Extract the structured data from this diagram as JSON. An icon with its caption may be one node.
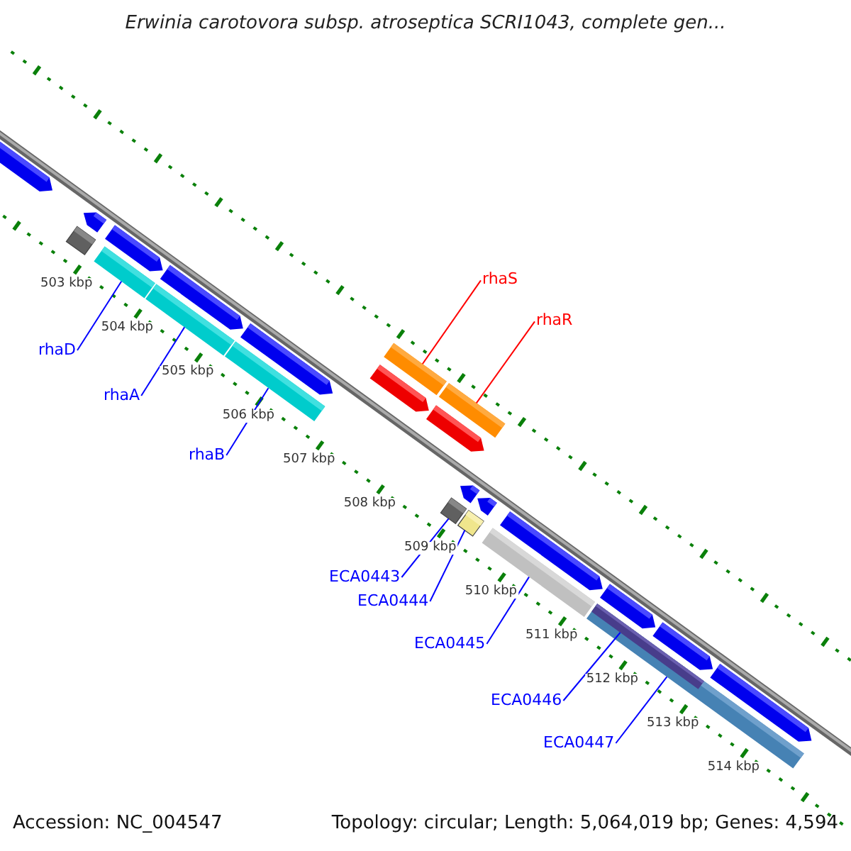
{
  "diagram": {
    "title": "Erwinia carotovora subsp. atroseptica SCRI1043, complete gen...",
    "nodes": [
      {
        "text": [
          "rhaD"
        ]
      },
      {
        "text": [
          "rhaA"
        ]
      },
      {
        "text": [
          "rhaB"
        ]
      },
      {
        "text": [
          "rhaS"
        ]
      },
      {
        "text": [
          "rhaR"
        ]
      },
      {
        "text": [
          "ECA0443"
        ]
      },
      {
        "text": [
          "ECA0444"
        ]
      },
      {
        "text": [
          "ECA0445"
        ]
      },
      {
        "text": [
          "ECA0446"
        ]
      },
      {
        "text": [
          "ECA0447"
        ]
      },
      {
        "text": [],
        "shape": "pentagon"
      },
      {
        "text": [],
        "shape": "pentagon"
      },
      {
        "text": [],
        "shape": "box"
      },
      {
        "text": [],
        "shape": "pentagon"
      },
      {
        "text": [],
        "shape": "bar"
      },
      {
        "text": [],
        "shape": "pentagon"
      },
      {
        "text": [],
        "shape": "bar"
      },
      {
        "text": [],
        "shape": "pentagon"
      },
      {
        "text": [],
        "shape": "bar"
      },
      {
        "text": [],
        "shape": "pentagon"
      },
      {
        "text": [],
        "shape": "bar"
      },
      {
        "text": [],
        "shape": "pentagon"
      },
      {
        "text": [],
        "shape": "bar"
      },
      {
        "text": [],
        "shape": "pentagon"
      },
      {
        "text": [],
        "shape": "box"
      },
      {
        "text": [],
        "shape": "pentagon"
      },
      {
        "text": [],
        "shape": "box"
      },
      {
        "text": [],
        "shape": "bar"
      },
      {
        "text": [],
        "shape": "pentagon"
      },
      {
        "text": [],
        "shape": "bar"
      },
      {
        "text": [],
        "shape": "bar",
        "in": 29
      },
      {
        "text": [],
        "shape": "pentagon"
      },
      {
        "text": [],
        "shape": "pentagon"
      },
      {
        "text": [],
        "shape": "pentagon"
      }
    ],
    "edges": [
      {
        "from": 0,
        "to": 14,
        "arrow": "none"
      },
      {
        "from": 1,
        "to": 16,
        "arrow": "none"
      },
      {
        "from": 2,
        "to": 18,
        "arrow": "none"
      },
      {
        "from": 3,
        "to": 20,
        "arrow": "none",
        "color": "#ff0000"
      },
      {
        "from": 4,
        "to": 22,
        "arrow": "none",
        "color": "#ff0000"
      },
      {
        "from": 5,
        "to": 24,
        "arrow": "none"
      },
      {
        "from": 6,
        "to": 26,
        "arrow": "none"
      },
      {
        "from": 7,
        "to": 27,
        "arrow": "none"
      },
      {
        "from": 8,
        "to": 30,
        "arrow": "none"
      },
      {
        "from": 9,
        "to": 29,
        "arrow": "none"
      }
    ],
    "labels": [
      "503 kbp",
      "504 kbp",
      "505 kbp",
      "506 kbp",
      "507 kbp",
      "508 kbp",
      "509 kbp",
      "510 kbp",
      "511 kbp",
      "512 kbp",
      "513 kbp",
      "514 kbp",
      "Accession: NC_004547",
      "Topology: circular; Length: 5,064,019 bp; Genes: 4,594"
    ]
  }
}
